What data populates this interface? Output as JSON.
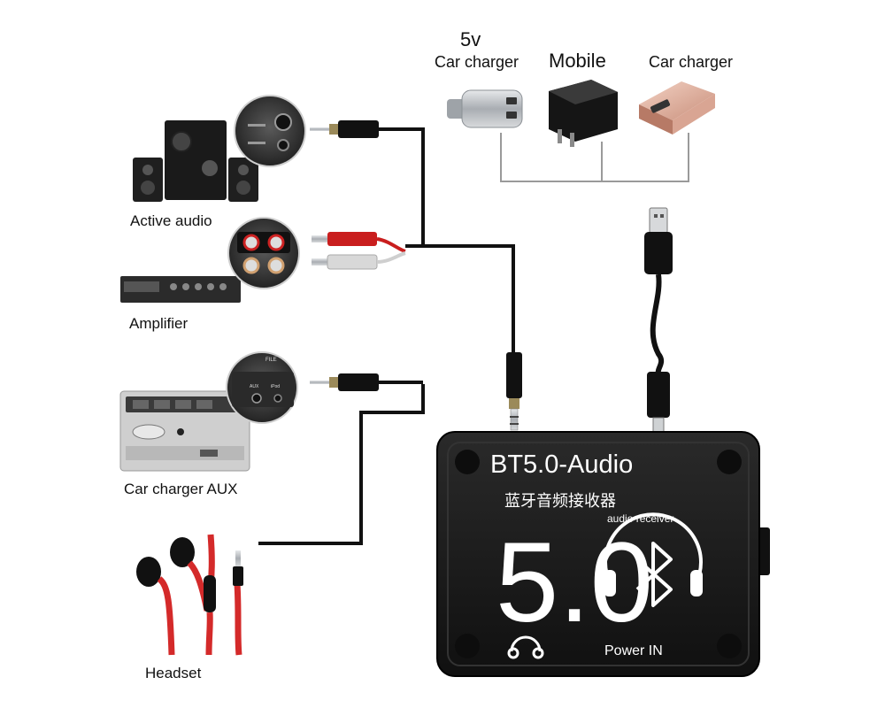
{
  "devices": {
    "active_audio": "Active audio",
    "amplifier": "Amplifier",
    "car_aux": "Car charger AUX",
    "headset": "Headset"
  },
  "chargers": {
    "car_5v_line1": "5v",
    "car_5v_line2": "Car charger",
    "mobile": "Mobile",
    "car_charger": "Car charger"
  },
  "module": {
    "title": "BT5.0-Audio",
    "chinese": "蓝牙音频接收器",
    "subtitle": "audio receiver",
    "big_number": "5.0",
    "power_label": "Power IN"
  },
  "aux_panel": {
    "file": "FILE",
    "aux": "AUX",
    "ipod": "iPod"
  },
  "colors": {
    "wire": "#111111",
    "rca_red": "#d21f1f",
    "headset_red": "#d42a2a",
    "module_body": "#1b1b1b",
    "usb_metal": "#bfc3c7",
    "charger_pink": "#e4b8a8"
  }
}
